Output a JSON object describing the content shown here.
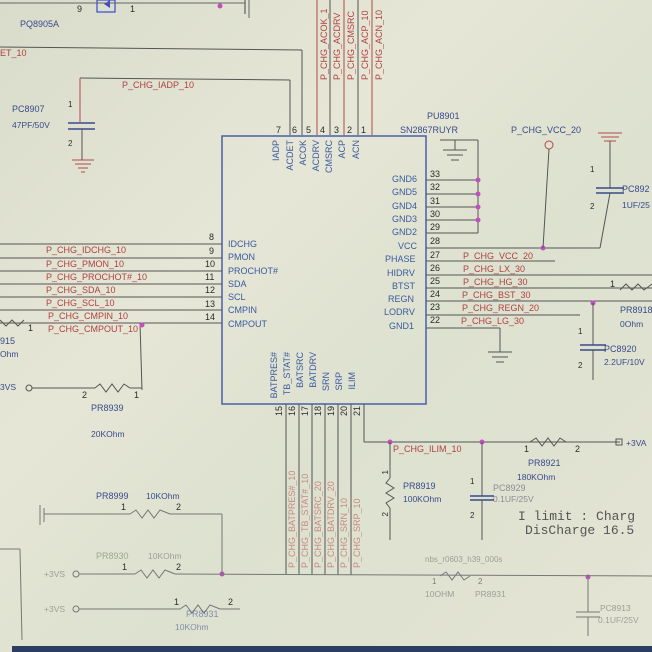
{
  "title": "Charger circuit schematic (PU8901 SN2867RUYR)",
  "colors": {
    "wire": "#555555",
    "net_wire": "#b04a4a",
    "junction": "#c050c0",
    "chip_border": "#4a5fa8",
    "net_label": "#b04040",
    "ref_label": "#3a4a8a"
  },
  "top": {
    "mosfet_ref": "PQ8905A",
    "mosfet_pin_left": "9",
    "mosfet_pin_right": "1",
    "left_net_partial": "ET_10",
    "vertical_nets": [
      "P_CHG_ACOK_1",
      "P_CHG_ACDRV",
      "P_CHG_CMSRC",
      "P_CHG_ACP_10",
      "P_CHG_ACN_10"
    ]
  },
  "cap_pc8907": {
    "ref": "PC8907",
    "value": "47PF/50V",
    "pin1": "1",
    "pin2": "2",
    "net": "P_CHG_IADP_10"
  },
  "chip": {
    "ref": "PU8901",
    "part": "SN2867RUYR",
    "top_pins": [
      {
        "num": "7",
        "name": "IADP"
      },
      {
        "num": "6",
        "name": "ACDET"
      },
      {
        "num": "5",
        "name": "ACOK"
      },
      {
        "num": "4",
        "name": "ACDRV"
      },
      {
        "num": "3",
        "name": "CMSRC"
      },
      {
        "num": "2",
        "name": "ACP"
      },
      {
        "num": "1",
        "name": "ACN"
      }
    ],
    "left_pins": [
      {
        "num": "8",
        "name": "IDCHG",
        "net": "P_CHG_IDCHG_10"
      },
      {
        "num": "9",
        "name": "PMON",
        "net": "P_CHG_PMON_10"
      },
      {
        "num": "10",
        "name": "PROCHOT#",
        "net": "P_CHG_PROCHOT#_10"
      },
      {
        "num": "11",
        "name": "SDA",
        "net": "P_CHG_SDA_10"
      },
      {
        "num": "12",
        "name": "SCL",
        "net": "P_CHG_SCL_10"
      },
      {
        "num": "13",
        "name": "CMPIN",
        "net": "P_CHG_CMPIN_10"
      },
      {
        "num": "14",
        "name": "CMPOUT",
        "net": "P_CHG_CMPOUT_10"
      }
    ],
    "right_pins": [
      {
        "num": "33",
        "name": "GND6",
        "net": ""
      },
      {
        "num": "32",
        "name": "GND5",
        "net": ""
      },
      {
        "num": "31",
        "name": "GND4",
        "net": ""
      },
      {
        "num": "30",
        "name": "GND3",
        "net": ""
      },
      {
        "num": "29",
        "name": "GND2",
        "net": ""
      },
      {
        "num": "28",
        "name": "VCC",
        "net": ""
      },
      {
        "num": "27",
        "name": "PHASE",
        "net": "P_CHG_VCC_20"
      },
      {
        "num": "26",
        "name": "HIDRV",
        "net": "P_CHG_LX_30"
      },
      {
        "num": "25",
        "name": "BTST",
        "net": "P_CHG_HG_30"
      },
      {
        "num": "24",
        "name": "REGN",
        "net": "P_CHG_BST_30"
      },
      {
        "num": "23",
        "name": "LODRV",
        "net": "P_CHG_REGN_20"
      },
      {
        "num": "22",
        "name": "GND1",
        "net": "P_CHG_LG_30"
      }
    ],
    "bottom_pins": [
      {
        "num": "15",
        "name": "BATPRES#",
        "net": "P_CHG_BATPRES#_10"
      },
      {
        "num": "16",
        "name": "TB_STAT#",
        "net": "P_CHG_TB_STAT#_10"
      },
      {
        "num": "17",
        "name": "BATSRC",
        "net": "P_CHG_BATSRC_20"
      },
      {
        "num": "18",
        "name": "BATDRV",
        "net": "P_CHG_BATDRV_20"
      },
      {
        "num": "19",
        "name": "SRN",
        "net": "P_CHG_SRN_10"
      },
      {
        "num": "20",
        "name": "SRP",
        "net": "P_CHG_SRP_10"
      },
      {
        "num": "21",
        "name": "ILIM",
        "net": "P_CHG_ILIM_10"
      }
    ]
  },
  "vcc": {
    "net": "P_CHG_VCC_20",
    "cap_ref": "PC892",
    "cap_value": "1UF/25",
    "pin1": "1",
    "pin2": "2"
  },
  "pr8918": {
    "ref": "PR8918",
    "value": "0Ohm",
    "pin1": "1"
  },
  "pc8920": {
    "ref": "PC8920",
    "value": "2.2UF/10V",
    "pin1": "1",
    "pin2": "2"
  },
  "left_misc": {
    "ref_partial": "915",
    "val_partial": "Ohm",
    "pin1": "1",
    "rail": "3VS"
  },
  "pr8939": {
    "ref": "PR8939",
    "value": "20KOhm",
    "pin1": "1",
    "pin2": "2"
  },
  "ilim": {
    "net": "P_CHG_ILIM_10",
    "pr8919": {
      "ref": "PR8919",
      "value": "100KOhm",
      "pin1": "1",
      "pin2": "2"
    },
    "pc8929": {
      "ref": "PC8929",
      "value": "0.1UF/25V",
      "pin1": "1",
      "pin2": "2"
    },
    "pr8921": {
      "ref": "PR8921",
      "value": "180KOhm",
      "pin1": "1",
      "pin2": "2"
    },
    "rail": "+3VA"
  },
  "note": {
    "line1": "I limit : Charg",
    "line2": "DisCharge 16.5"
  },
  "bottom_left": {
    "pr8999": {
      "ref": "PR8999",
      "value": "10KOhm",
      "pin1": "1",
      "pin2": "2"
    },
    "pr8930": {
      "ref": "PR8930",
      "value": "10KOhm",
      "pin1": "1",
      "pin2": "2"
    },
    "pr8931": {
      "ref": "PR8931",
      "value": "10KOhm",
      "pin1": "1",
      "pin2": "2"
    },
    "rail1": "+3VS",
    "rail2": "+3VS"
  },
  "bottom_right": {
    "footprint": "nbs_r0603_h39_000s",
    "r_value": "10OHM",
    "r_ref": "PR8931",
    "pin1": "1",
    "pin2": "2",
    "cap_ref": "PC8913",
    "cap_value": "0.1UF/25V"
  }
}
